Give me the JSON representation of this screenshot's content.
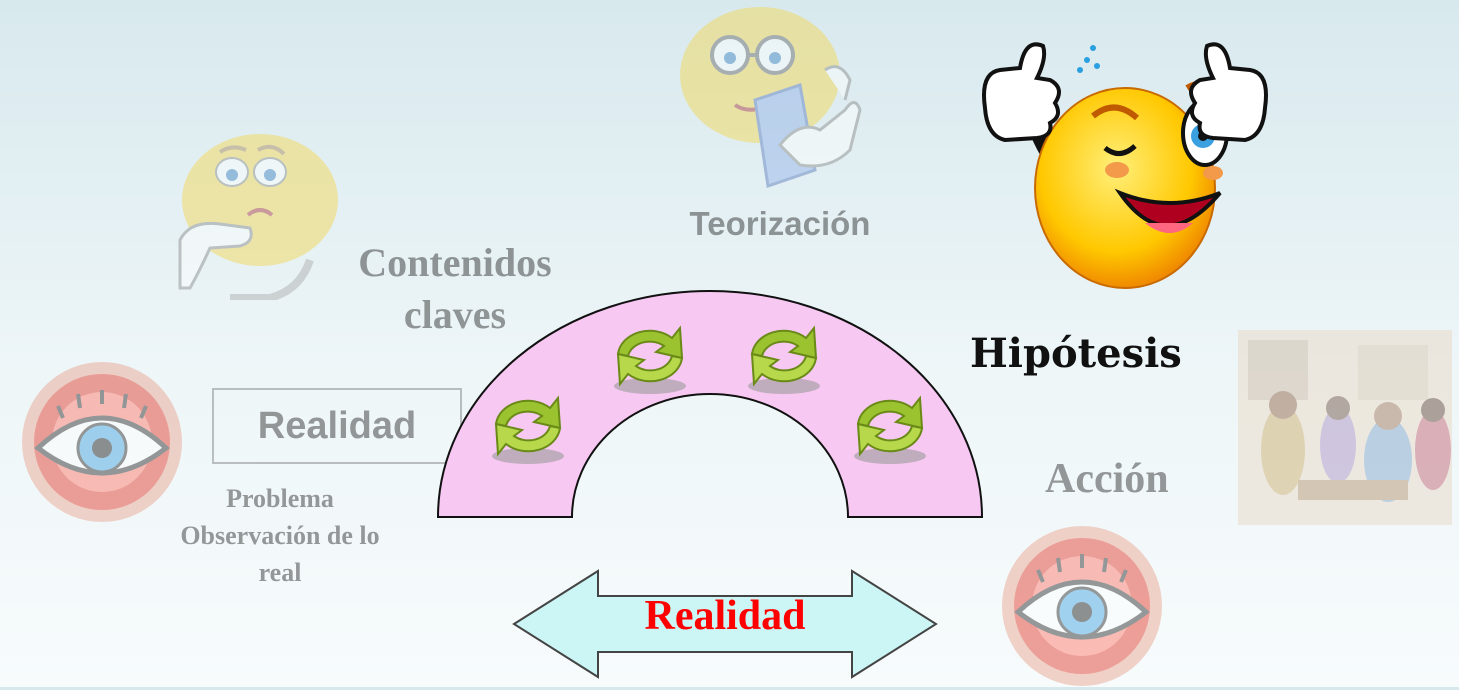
{
  "labels": {
    "teorizacion": "Teorización",
    "contenidos_line1": "Contenidos",
    "contenidos_line2": "claves",
    "hipotesis": "Hipótesis",
    "realidad_box": "Realidad",
    "accion": "Acción",
    "problema_line1": "Problema",
    "problema_line2": "Observación de lo",
    "problema_line3": "real",
    "realidad_arrow": "Realidad"
  },
  "colors": {
    "arch_fill": "#f7c8f2",
    "arrow_fill": "#ccf6f6",
    "arrow_text": "#ff0000",
    "cycle_icon": "#9bc22f",
    "faded_text": "#666666"
  },
  "icons": {
    "thinking_face": "thinking-smiley-icon",
    "teacher_face": "teacher-smiley-icon",
    "thumbs_up_face": "thumbs-up-smiley-icon",
    "eye_left": "eye-icon",
    "eye_right": "eye-icon",
    "meeting_photo": "meeting-photo",
    "cycle": "refresh-cycle-icon"
  }
}
